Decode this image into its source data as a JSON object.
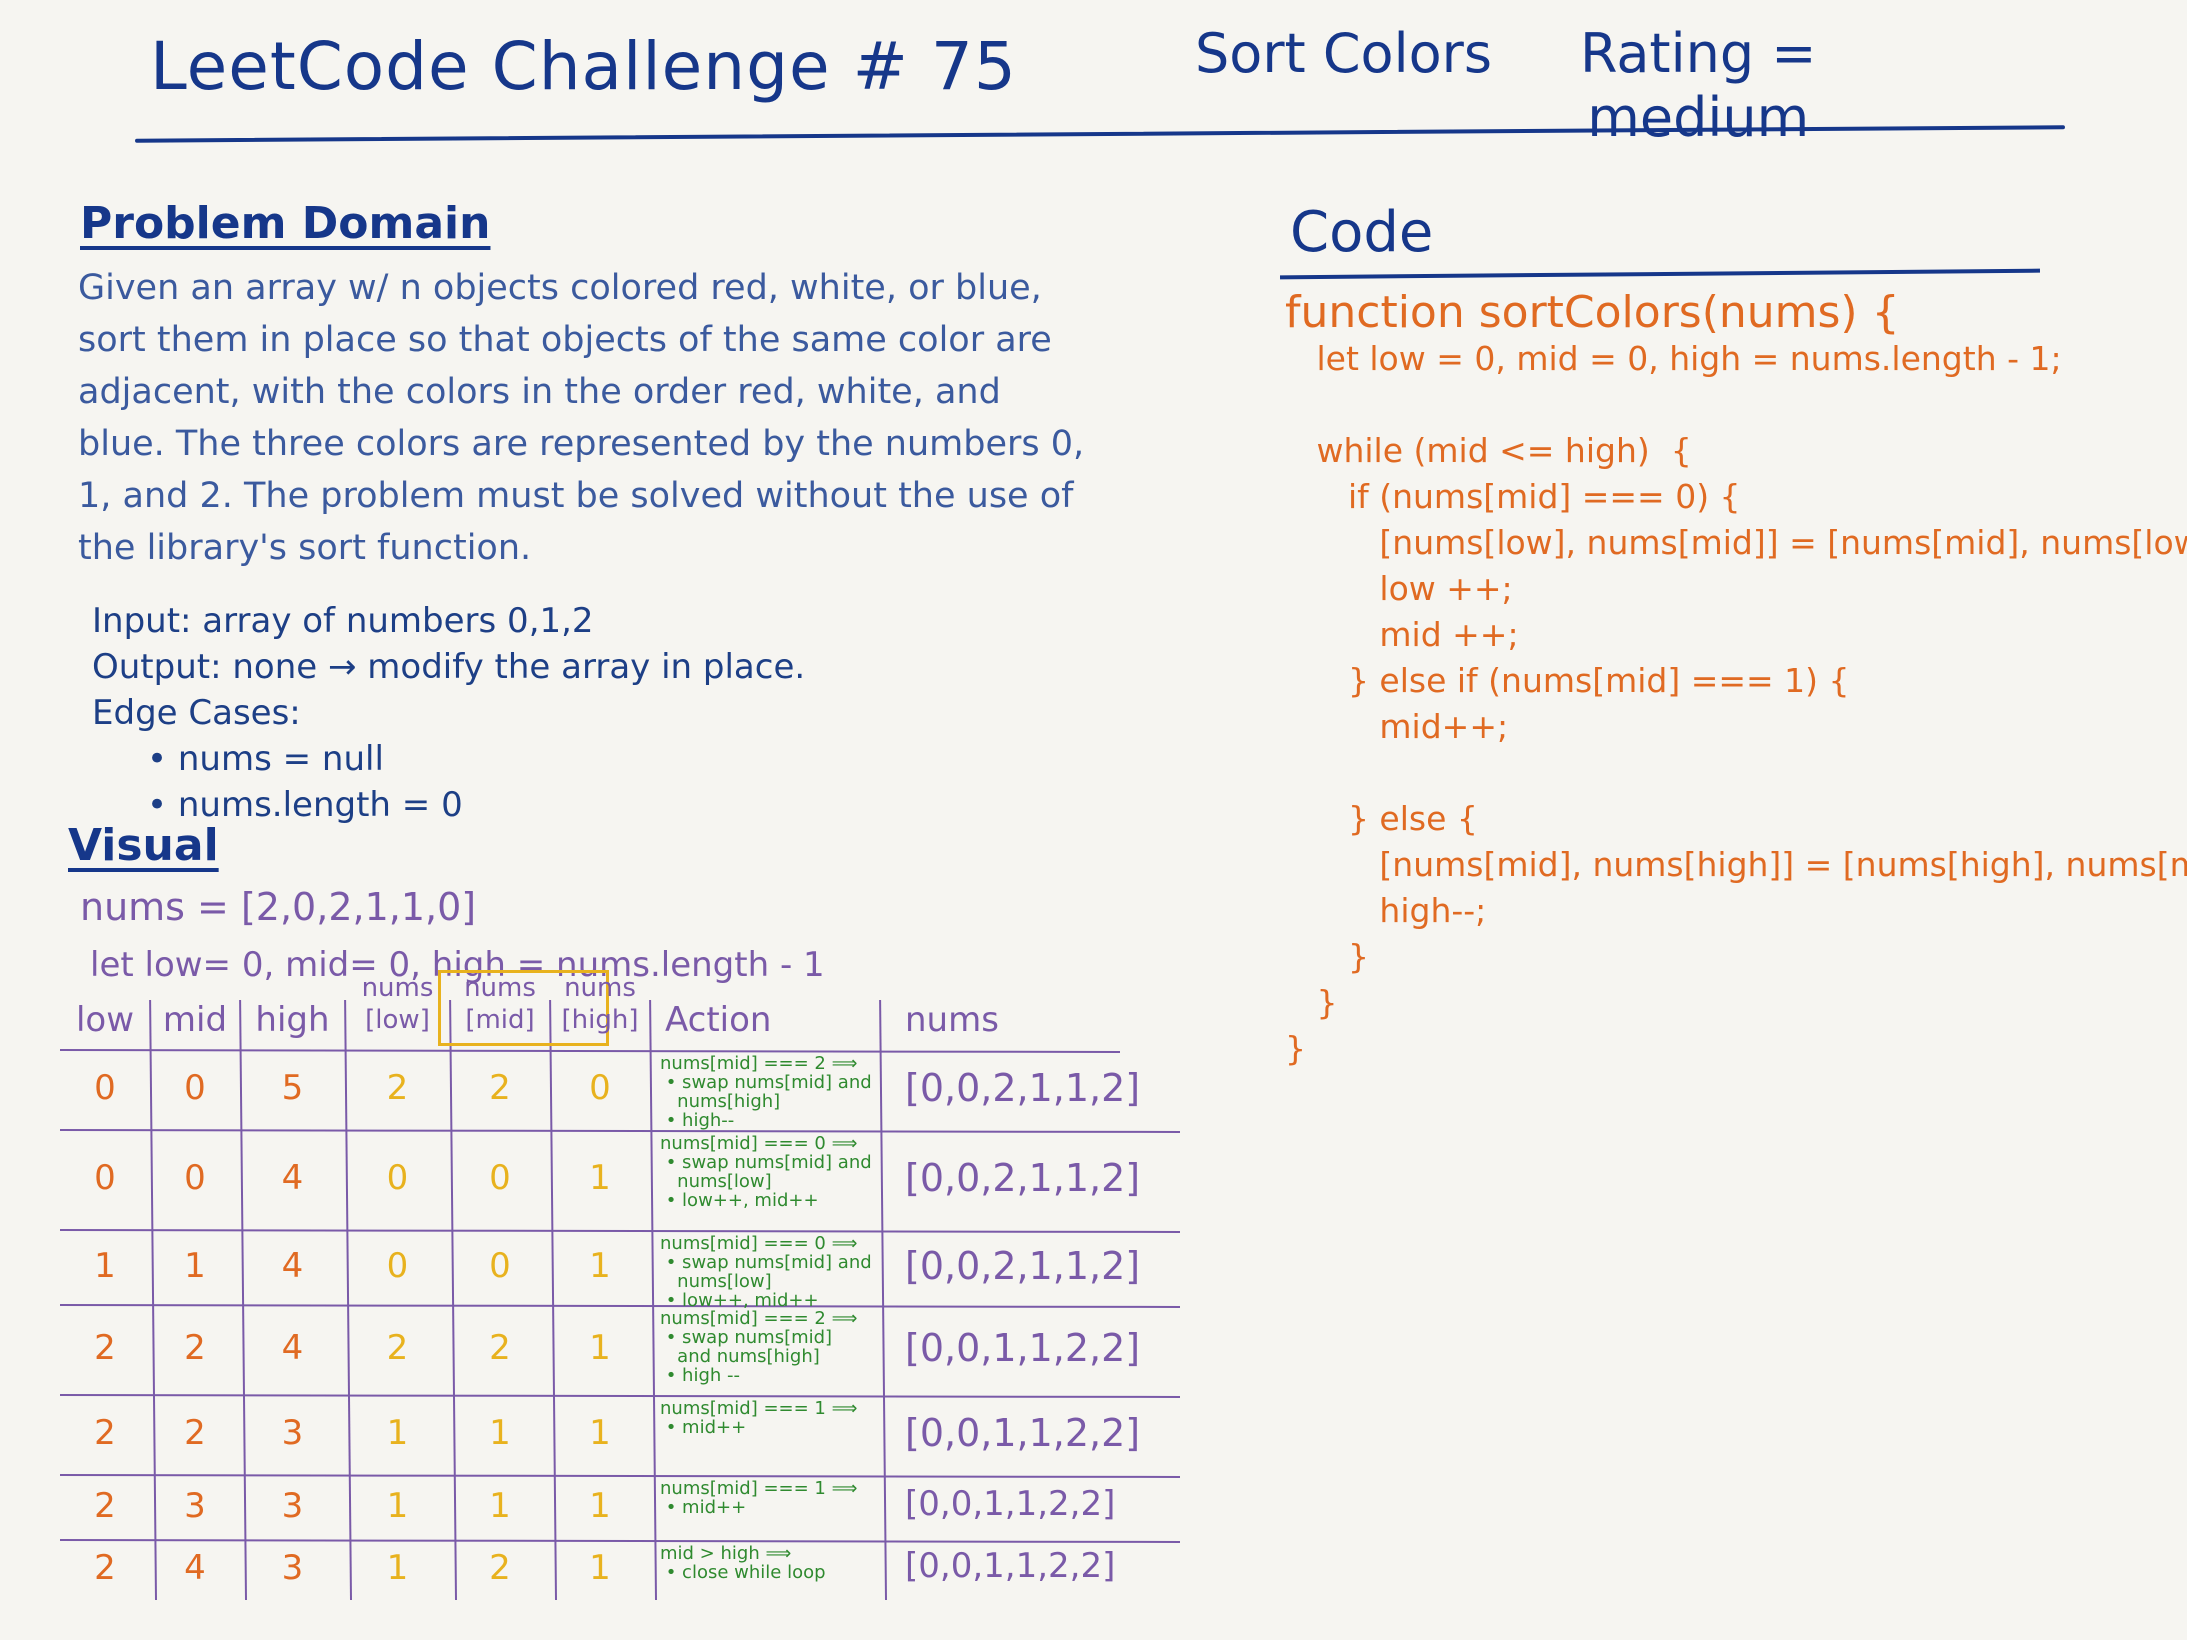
{
  "header": {
    "title": "LeetCode Challenge # 75",
    "problem": "Sort Colors",
    "rating_label": "Rating =",
    "rating_value": "medium"
  },
  "problem_domain": {
    "heading": "Problem Domain",
    "description": "Given an array w/ n objects colored red, white, or blue, sort them in place so that objects of the same color are adjacent, with the colors in the order red, white, and blue. The three colors are represented by the numbers 0, 1, and 2. The problem must be solved without the use of the library's sort function.",
    "input": "Input: array of numbers 0,1,2",
    "output": "Output: none → modify the array in place.",
    "edge_cases_label": "Edge Cases:",
    "edge_cases": [
      "• nums = null",
      "• nums.length = 0"
    ]
  },
  "visual": {
    "heading": "Visual",
    "nums_line": "nums = [2,0,2,1,1,0]",
    "init_line": "let low= 0, mid= 0, high = nums.length - 1",
    "columns": [
      "low",
      "mid",
      "high",
      "nums [low]",
      "nums [mid]",
      "nums [high]",
      "Action",
      "nums"
    ],
    "rows": [
      {
        "low": "0",
        "mid": "0",
        "high": "5",
        "nl": "2",
        "nm": "2",
        "nh": "0",
        "action": "nums[mid] === 2 ⟹\n • swap nums[mid] and\n   nums[high]\n • high--",
        "nums": "[0,0,2,1,1,2]"
      },
      {
        "low": "0",
        "mid": "0",
        "high": "4",
        "nl": "0",
        "nm": "0",
        "nh": "1",
        "action": "nums[mid] === 0 ⟹\n • swap nums[mid] and\n   nums[low]\n • low++, mid++",
        "nums": "[0,0,2,1,1,2]"
      },
      {
        "low": "1",
        "mid": "1",
        "high": "4",
        "nl": "0",
        "nm": "0",
        "nh": "1",
        "action": "nums[mid] === 0 ⟹\n • swap nums[mid] and\n   nums[low]\n • low++, mid++",
        "nums": "[0,0,2,1,1,2]"
      },
      {
        "low": "2",
        "mid": "2",
        "high": "4",
        "nl": "2",
        "nm": "2",
        "nh": "1",
        "action": "nums[mid] === 2 ⟹\n • swap nums[mid]\n   and nums[high]\n • high --",
        "nums": "[0,0,1,1,2,2]"
      },
      {
        "low": "2",
        "mid": "2",
        "high": "3",
        "nl": "1",
        "nm": "1",
        "nh": "1",
        "action": "nums[mid] === 1 ⟹\n • mid++",
        "nums": "[0,0,1,1,2,2]"
      },
      {
        "low": "2",
        "mid": "3",
        "high": "3",
        "nl": "1",
        "nm": "1",
        "nh": "1",
        "action": "nums[mid] === 1 ⟹\n • mid++",
        "nums": "[0,0,1,1,2,2]"
      },
      {
        "low": "2",
        "mid": "4",
        "high": "3",
        "nl": "1",
        "nm": "2",
        "nh": "1",
        "action": "mid > high ⟹\n • close while loop",
        "nums": "[0,0,1,1,2,2]"
      }
    ]
  },
  "code": {
    "heading": "Code",
    "lines": [
      "function sortColors(nums) {",
      "   let low = 0, mid = 0, high = nums.length - 1;",
      "",
      "   while (mid <= high)  {",
      "      if (nums[mid] === 0) {",
      "         [nums[low], nums[mid]] = [nums[mid], nums[low]];",
      "         low ++;",
      "         mid ++;",
      "      } else if (nums[mid] === 1) {",
      "         mid++;",
      "",
      "      } else {",
      "         [nums[mid], nums[high]] = [nums[high], nums[mid]];",
      "         high--;",
      "      }",
      "   }",
      "}"
    ]
  },
  "colors": {
    "title": "#16378a",
    "table": "#7a5aa8",
    "index": "#e06a22",
    "value": "#e8b21e",
    "action": "#2f8a2f",
    "code": "#e06a22"
  }
}
